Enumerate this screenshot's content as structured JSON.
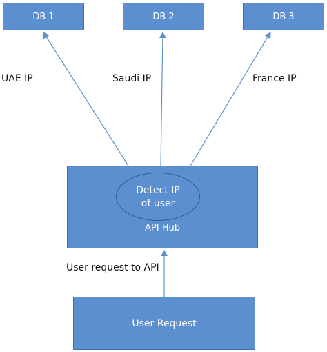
{
  "databases": [
    {
      "label": "DB 1"
    },
    {
      "label": "DB 2"
    },
    {
      "label": "DB 3"
    }
  ],
  "edge_labels": {
    "uae": "UAE IP",
    "saudi": "Saudi IP",
    "france": "France IP",
    "user_request": "User request to API"
  },
  "api_hub": {
    "ellipse_text_line1": "Detect IP",
    "ellipse_text_line2": "of user",
    "label": "API Hub"
  },
  "user_request_box": {
    "label": "User Request"
  },
  "colors": {
    "box_fill": "#5b8fd0",
    "box_border": "#3d6ca8",
    "arrow": "#5b8fd0"
  }
}
